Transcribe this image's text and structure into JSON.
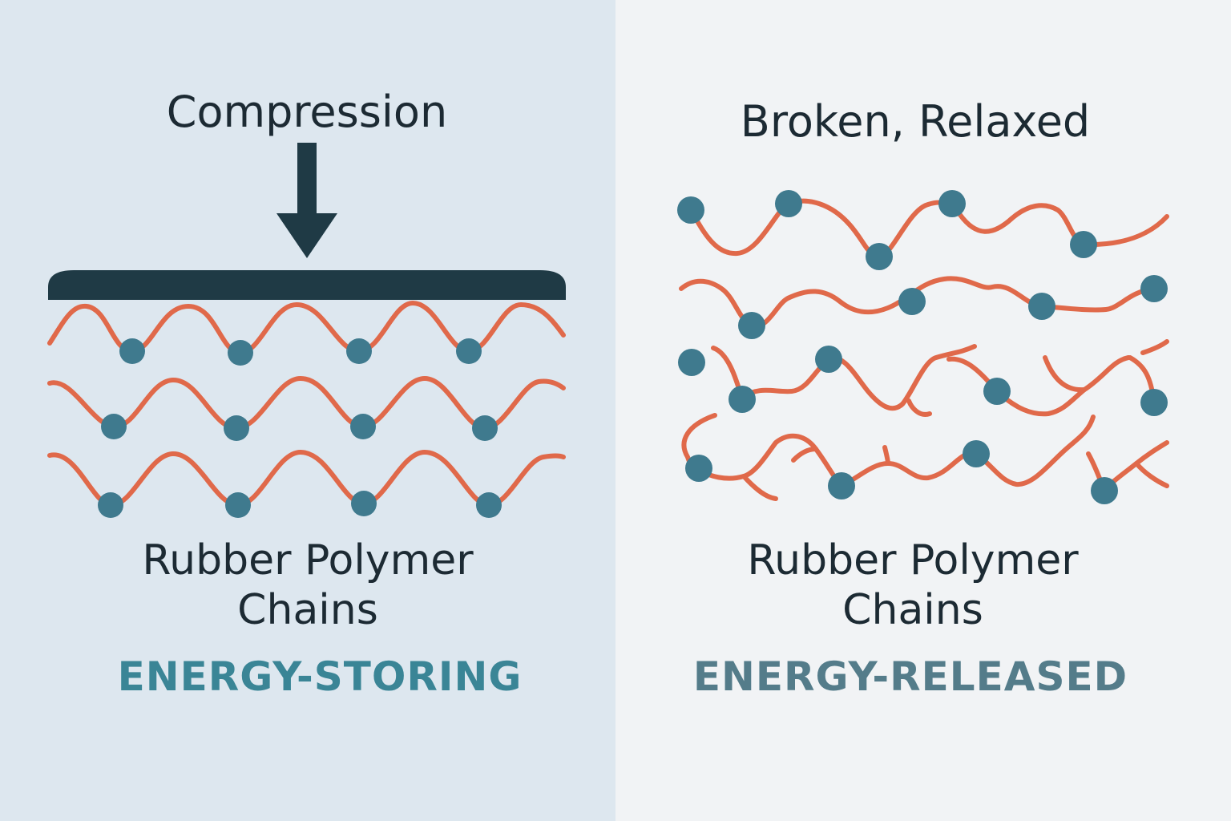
{
  "left_panel": {
    "title": "Compression",
    "chains_label_line1": "Rubber Polymer",
    "chains_label_line2": "Chains",
    "state": "ENERGY-STORING"
  },
  "right_panel": {
    "title": "Broken, Relaxed",
    "chains_label_line1": "Rubber Polymer",
    "chains_label_line2": "Chains",
    "state": "ENERGY-RELEASED"
  },
  "colors": {
    "left_background": "#dde7ef",
    "right_background": "#f1f3f5",
    "chain": "#e0694a",
    "crosslink_node": "#3f7a8e",
    "plate_and_arrow": "#1f3a45",
    "text": "#1c2a33",
    "energy_storing": "#3a8596",
    "energy_released": "#547c8a"
  }
}
